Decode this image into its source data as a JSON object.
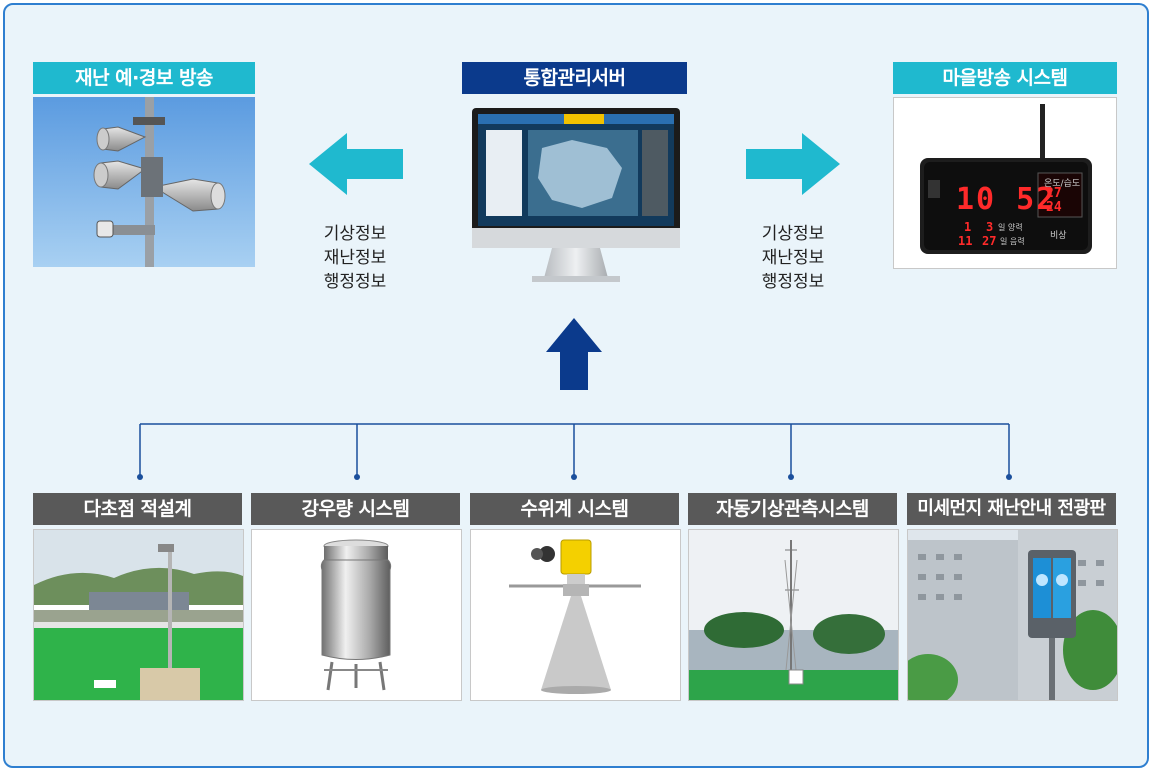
{
  "top": {
    "left_title": "재난 예·경보 방송",
    "center_title": "통합관리서버",
    "right_title": "마을방송 시스템"
  },
  "left_info": [
    "기상정보",
    "재난정보",
    "행정정보"
  ],
  "right_info": [
    "기상정보",
    "재난정보",
    "행정정보"
  ],
  "monitor_screen": {
    "title": "기상 관측 시스템"
  },
  "village_device": {
    "time": "10 52",
    "temp": "27",
    "humidity": "24",
    "date_month": "1",
    "date_day": "3",
    "date_label": "일 양력",
    "lunar_month": "11",
    "lunar_day": "27",
    "lunar_label": "일 음력",
    "top_right_label": "온도/습도",
    "bottom_label": "비상"
  },
  "sensors": [
    {
      "label": "다초점 적설계"
    },
    {
      "label": "강우량 시스템"
    },
    {
      "label": "수위계 시스템"
    },
    {
      "label": "자동기상관측시스템"
    },
    {
      "label": "미세먼지 재난안내 전광판"
    }
  ],
  "colors": {
    "teal": "#1fb9cf",
    "navy": "#0b3a8c",
    "gray": "#595959",
    "line": "#1b4f9c"
  }
}
